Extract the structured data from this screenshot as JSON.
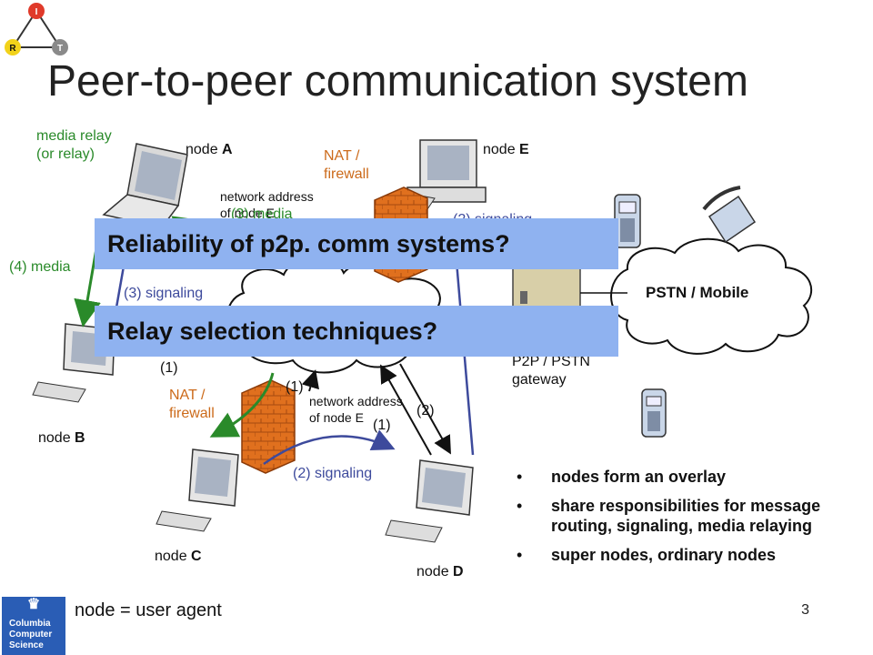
{
  "slide": {
    "title": "Peer-to-peer communication system",
    "page_number": "3",
    "footer_label": "node = user agent",
    "logo_text": [
      "Columbia",
      "Computer",
      "Science"
    ],
    "top_logo_letters": [
      "I",
      "R",
      "T"
    ]
  },
  "diagram": {
    "nodes": {
      "a_prefix": "node ",
      "a_letter": "A",
      "b_prefix": "node ",
      "b_letter": "B",
      "c_prefix": "node ",
      "c_letter": "C",
      "d_prefix": "node ",
      "d_letter": "D",
      "e_prefix": "node ",
      "e_letter": "E"
    },
    "labels": {
      "media_relay_1": "media relay",
      "media_relay_2": "(or relay)",
      "nat_top_1": "NAT /",
      "nat_top_2": "firewall",
      "nat_bottom_1": "NAT /",
      "nat_bottom_2": "firewall",
      "net_addr_top_1": "network address",
      "net_addr_top_2": "of node E",
      "net_addr_bottom_1": "network address",
      "net_addr_bottom_2": "of node E",
      "media_3": "(3) media",
      "signaling_2_top": "(2) signaling",
      "media_4": "(4) media",
      "signaling_3": "(3) signaling",
      "step_1_left": "(1)",
      "step_1_mid": "(1)",
      "step_1_right": "(1)",
      "step_2_right": "(2)",
      "signaling_2_bottom": "(2) signaling",
      "gateway_1": "P2P / PSTN",
      "gateway_2": "gateway",
      "pstn_cloud": "PSTN / Mobile"
    },
    "banners": {
      "reliability": "Reliability of p2p. comm systems?",
      "relay": "Relay selection techniques?"
    },
    "colors": {
      "media": "#2a8a2a",
      "signaling": "#3d4a9c",
      "nat_label": "#cc6a1a",
      "banner": "#8fb2f0",
      "firewall": "#e0701e"
    }
  },
  "bullets": [
    "nodes form an overlay",
    "share responsibilities for message routing, signaling, media relaying",
    "super nodes, ordinary nodes"
  ]
}
